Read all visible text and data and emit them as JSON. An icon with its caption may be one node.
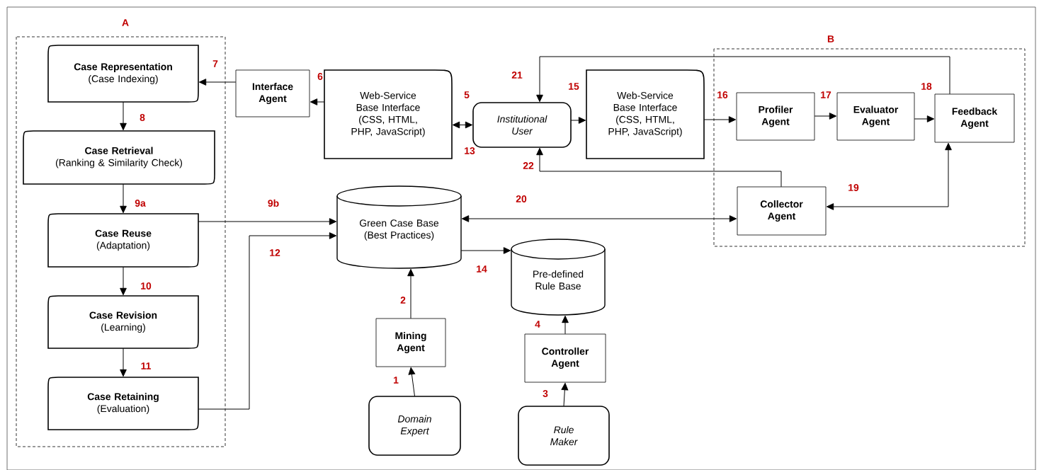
{
  "diagram": {
    "nodes": [
      {
        "text": [
          "A"
        ]
      },
      {
        "text": [
          "Case Representation",
          "(Case Indexing)"
        ],
        "in": 0
      },
      {
        "text": [
          "Case Retrieval",
          "(Ranking & Similarity Check)"
        ],
        "in": 0
      },
      {
        "text": [
          "Case Reuse",
          "(Adaptation)"
        ],
        "in": 0
      },
      {
        "text": [
          "Case Revision",
          "(Learning)"
        ],
        "in": 0
      },
      {
        "text": [
          "Case Retaining",
          "(Evaluation)"
        ],
        "in": 0
      },
      {
        "text": [
          "Interface Agent"
        ]
      },
      {
        "text": [
          "Web-Service Base Interface (CSS, HTML, PHP, JavaScript)"
        ]
      },
      {
        "text": [
          "Institutional User"
        ]
      },
      {
        "text": [
          "Web-Service Base Interface (CSS, HTML, PHP, JavaScript)"
        ]
      },
      {
        "text": [
          "B"
        ]
      },
      {
        "text": [
          "Profiler Agent"
        ],
        "in": 10
      },
      {
        "text": [
          "Evaluator Agent"
        ],
        "in": 10
      },
      {
        "text": [
          "Feedback Agent"
        ],
        "in": 10
      },
      {
        "text": [
          "Collector Agent"
        ],
        "in": 10
      },
      {
        "text": [
          "Green Case Base (Best Practices)"
        ]
      },
      {
        "text": [
          "Pre-defined Rule Base"
        ]
      },
      {
        "text": [
          "Mining Agent"
        ]
      },
      {
        "text": [
          "Controller Agent"
        ]
      },
      {
        "text": [
          "Domain Expert"
        ]
      },
      {
        "text": [
          "Rule Maker"
        ]
      }
    ],
    "edges": [
      {
        "from": 19,
        "to": 17,
        "arrow": "to",
        "label": "1"
      },
      {
        "from": 17,
        "to": 15,
        "arrow": "to",
        "label": "2"
      },
      {
        "from": 20,
        "to": 18,
        "arrow": "to",
        "label": "3"
      },
      {
        "from": 18,
        "to": 16,
        "arrow": "to",
        "label": "4"
      },
      {
        "from": 8,
        "to": 7,
        "arrow": "both",
        "label": "5"
      },
      {
        "from": 7,
        "to": 6,
        "arrow": "to",
        "label": "6"
      },
      {
        "from": 6,
        "to": 1,
        "arrow": "to",
        "label": "7"
      },
      {
        "from": 1,
        "to": 2,
        "arrow": "to",
        "label": "8"
      },
      {
        "from": 2,
        "to": 3,
        "arrow": "to",
        "label": "9a"
      },
      {
        "from": 3,
        "to": 15,
        "arrow": "to",
        "label": "9b"
      },
      {
        "from": 3,
        "to": 4,
        "arrow": "to",
        "label": "10"
      },
      {
        "from": 4,
        "to": 5,
        "arrow": "to",
        "label": "11"
      },
      {
        "from": 5,
        "to": 15,
        "arrow": "to",
        "label": "12"
      },
      {
        "from": 15,
        "to": 16,
        "arrow": "to",
        "label": "14"
      },
      {
        "from": 8,
        "to": 9,
        "arrow": "to",
        "label": "15"
      },
      {
        "from": 9,
        "to": 11,
        "arrow": "to",
        "label": "16"
      },
      {
        "from": 11,
        "to": 12,
        "arrow": "to",
        "label": "17"
      },
      {
        "from": 12,
        "to": 13,
        "arrow": "to",
        "label": "18"
      },
      {
        "from": 13,
        "to": 14,
        "arrow": "both",
        "label": "19"
      },
      {
        "from": 14,
        "to": 15,
        "arrow": "both",
        "label": "20"
      },
      {
        "from": 13,
        "to": 8,
        "arrow": "to",
        "label": "21"
      },
      {
        "from": 14,
        "to": 8,
        "arrow": "to",
        "label": "22"
      }
    ],
    "labels": [
      "13"
    ]
  }
}
